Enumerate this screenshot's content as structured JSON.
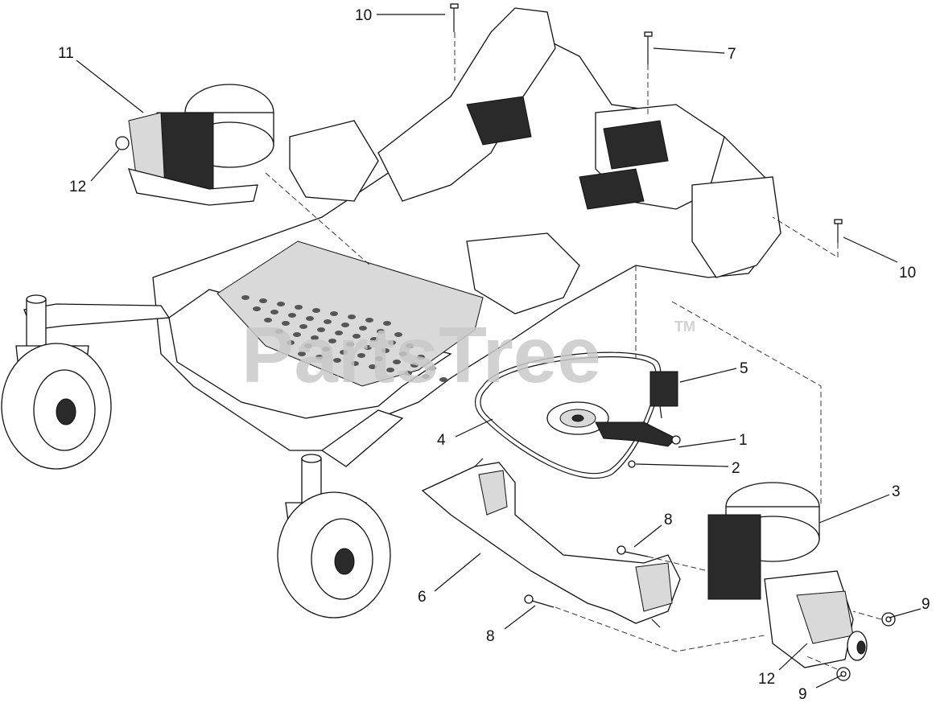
{
  "watermark": {
    "text": "PartsTree",
    "trademark": "TM",
    "color": "#c9c9c9"
  },
  "callouts": [
    {
      "id": "c-10-top",
      "label": "10"
    },
    {
      "id": "c-7",
      "label": "7"
    },
    {
      "id": "c-11",
      "label": "11"
    },
    {
      "id": "c-12-left",
      "label": "12"
    },
    {
      "id": "c-10-right",
      "label": "10"
    },
    {
      "id": "c-5",
      "label": "5"
    },
    {
      "id": "c-1",
      "label": "1"
    },
    {
      "id": "c-4",
      "label": "4"
    },
    {
      "id": "c-2",
      "label": "2"
    },
    {
      "id": "c-3",
      "label": "3"
    },
    {
      "id": "c-8-top",
      "label": "8"
    },
    {
      "id": "c-6",
      "label": "6"
    },
    {
      "id": "c-8-bottom",
      "label": "8"
    },
    {
      "id": "c-9-right",
      "label": "9"
    },
    {
      "id": "c-12-bottom",
      "label": "12"
    },
    {
      "id": "c-9-bottom",
      "label": "9"
    }
  ]
}
